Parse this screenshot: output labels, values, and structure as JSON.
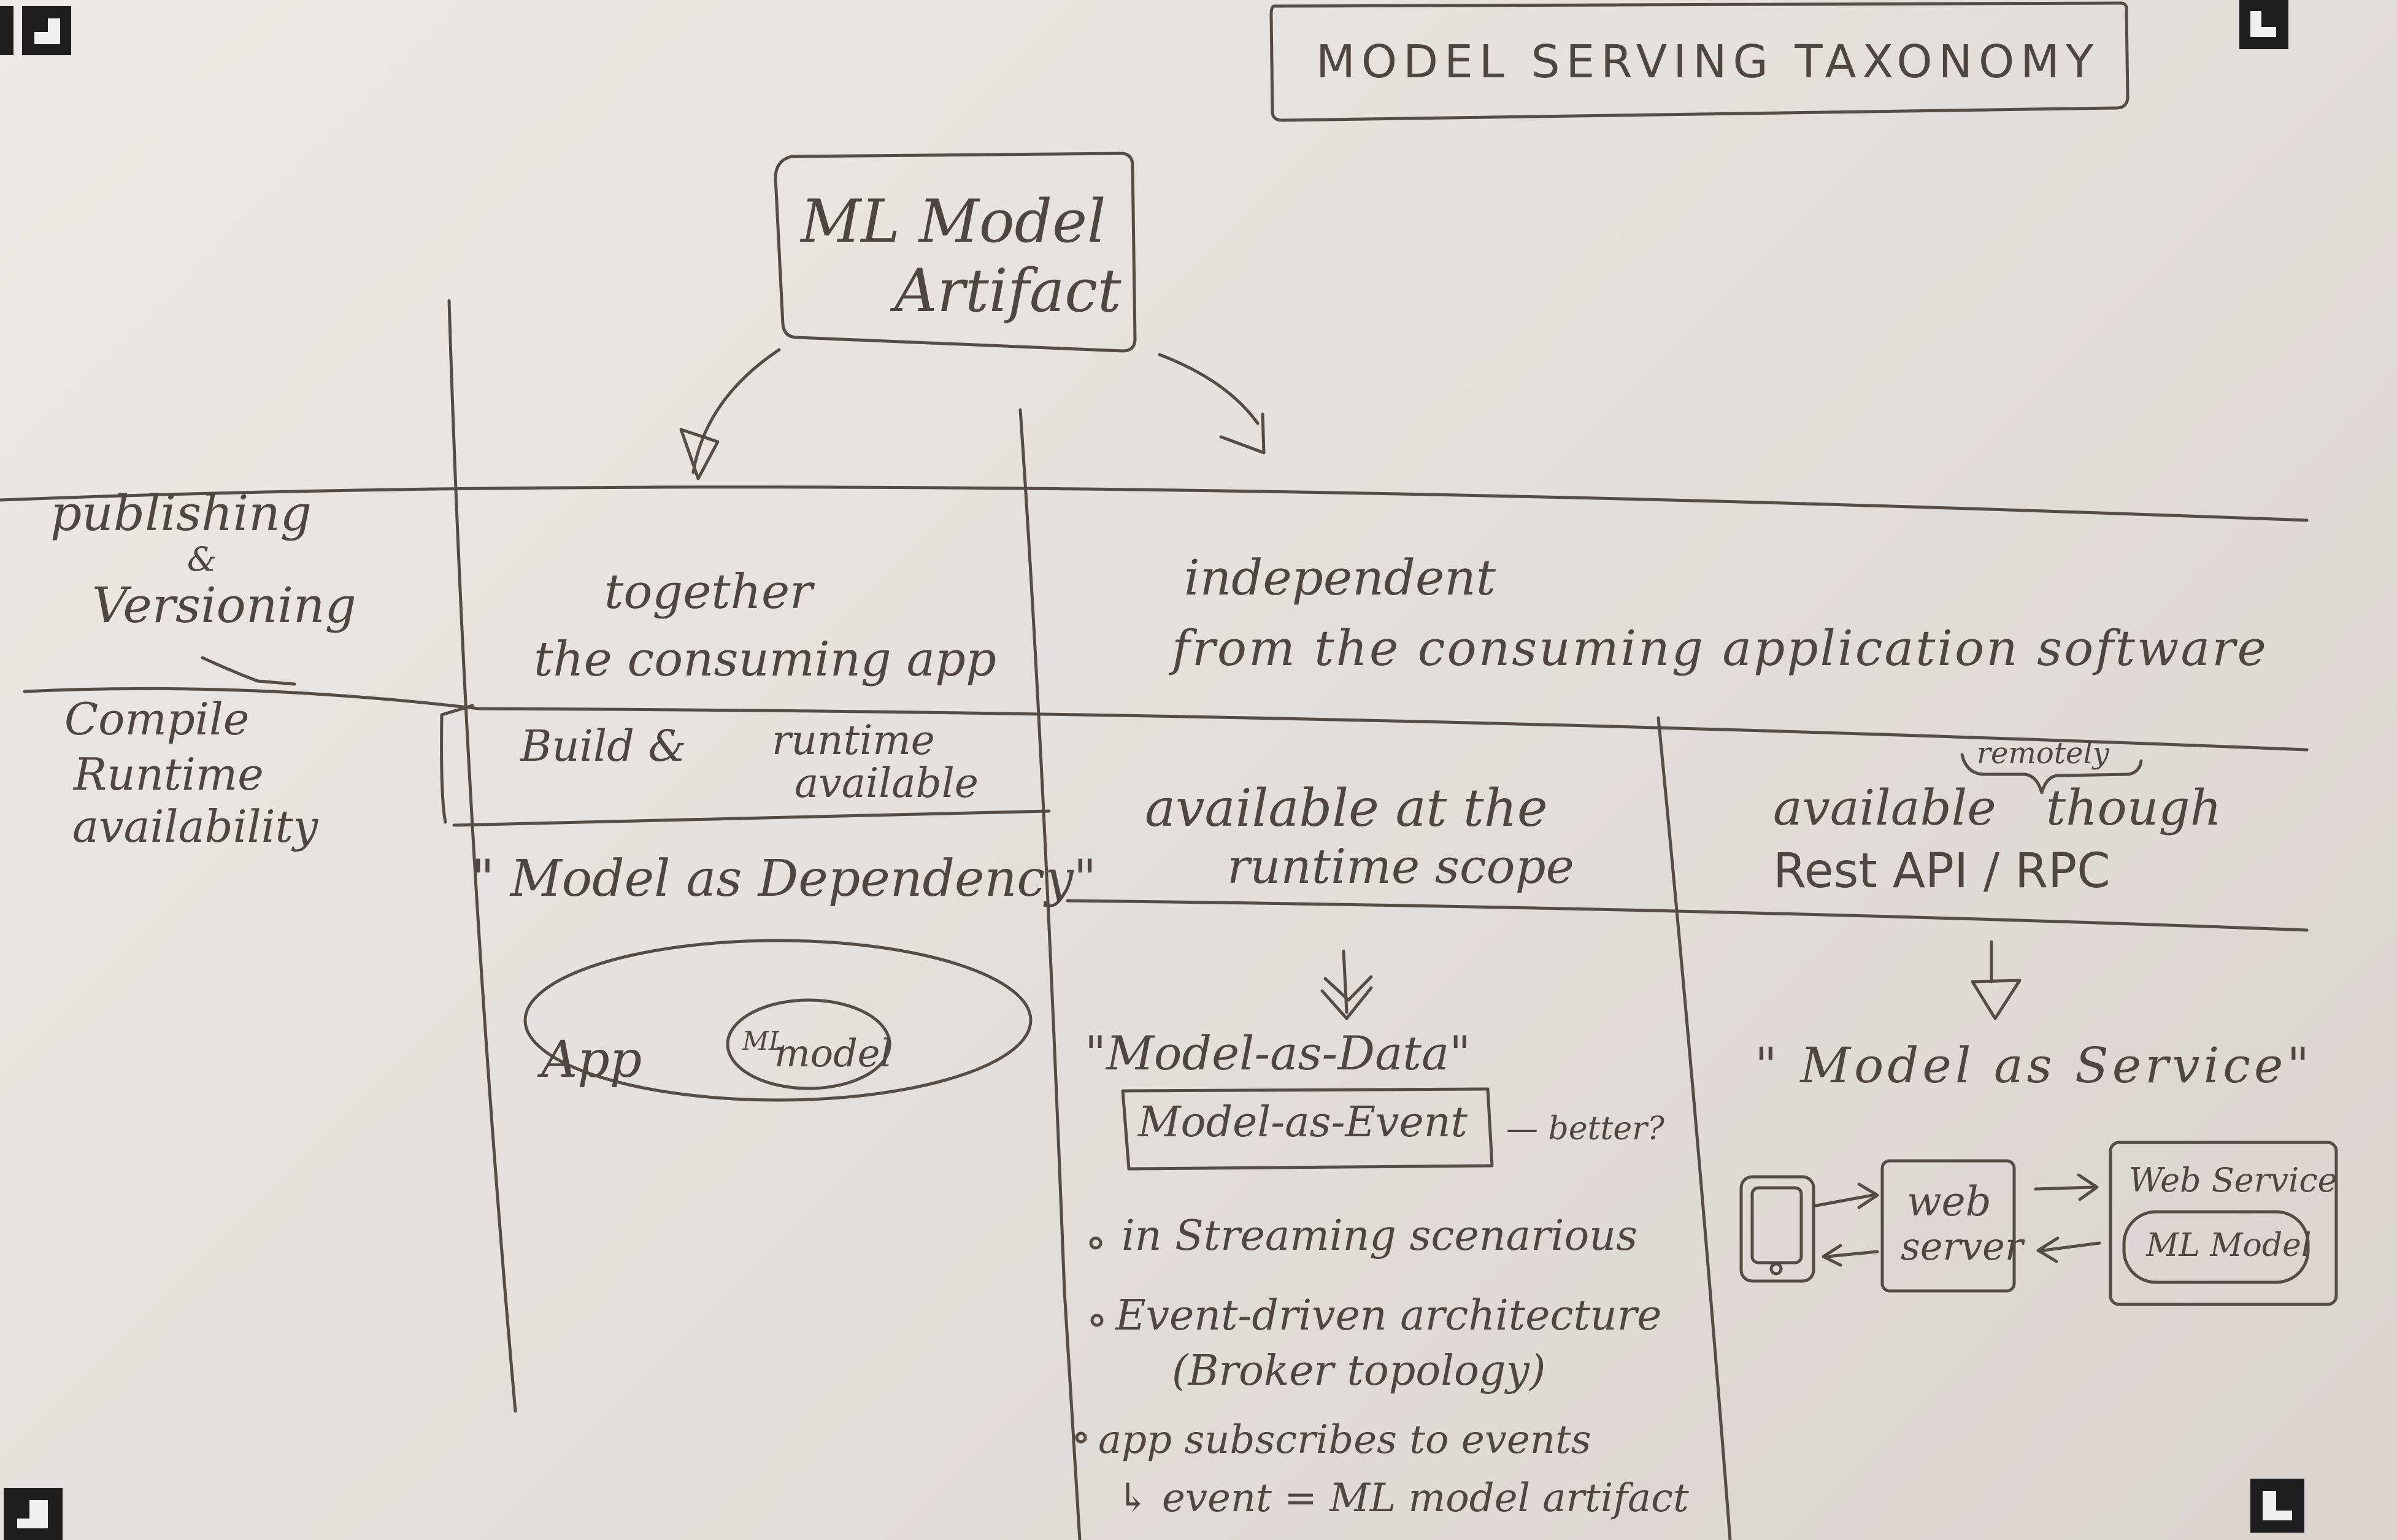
{
  "title": "MODEL SERVING TAXONOMY",
  "artifact": {
    "line1": "ML Model",
    "line2": "Artifact"
  },
  "row_header": {
    "publishing": "publishing",
    "amp": "&",
    "versioning": "Versioning",
    "compile_1": "Compile",
    "compile_2": "Runtime",
    "compile_3": "availability"
  },
  "together": {
    "line1": "together",
    "line2": "the consuming app",
    "build": "Build &",
    "runtime_1": "runtime",
    "runtime_2": "available",
    "pattern": "\" Model as Dependency\"",
    "app": "App",
    "ml_small": "ML",
    "model_small": "model"
  },
  "independent": {
    "line1": "independent",
    "line2": "from the consuming application software"
  },
  "runtime_scope": {
    "line1": "available at the",
    "line2": "runtime scope",
    "pattern": "\"Model-as-Data\"",
    "boxed": "Model-as-Event",
    "better": "— better?",
    "bullets": [
      "in Streaming scenarious",
      "Event-driven architecture",
      "(Broker topology)",
      "app subscribes to events",
      "↳ event = ML model artifact"
    ]
  },
  "remote": {
    "remotely": "remotely",
    "line1": "available",
    "line1b": "though",
    "line2": "Rest API / RPC",
    "pattern": "\" Model as Service\"",
    "web_1": "web",
    "web_2": "server",
    "web_service": "Web Service",
    "ml_model": "ML Model"
  }
}
